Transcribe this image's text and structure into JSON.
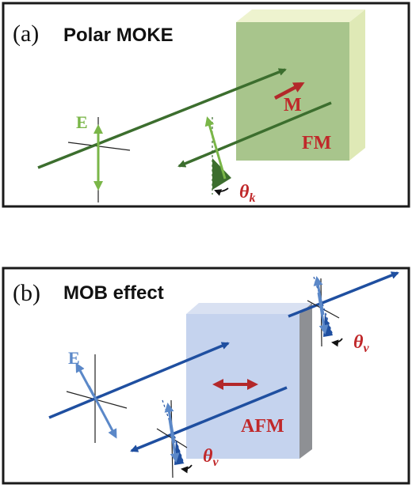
{
  "panel_a": {
    "letter": "(a)",
    "title": "Polar MOKE",
    "e_label": "E",
    "m_label": "M",
    "sample_label": "FM",
    "angle_symbol": "θ",
    "angle_sub": "k",
    "colors": {
      "beam": "#3c6e2e",
      "polarization": "#7ab648",
      "sample_face": "#a8c58c",
      "sample_side": "#dfe9b6",
      "label": "#c0282a"
    }
  },
  "panel_b": {
    "letter": "(b)",
    "title": "MOB effect",
    "e_label": "E",
    "sample_label": "AFM",
    "angle_symbol": "θ",
    "angle_sub": "v",
    "colors": {
      "beam": "#1f4fa0",
      "polarization": "#5b88c8",
      "sample_face": "#c5d3ee",
      "sample_side": "#8e9094",
      "label": "#c0282a"
    }
  }
}
